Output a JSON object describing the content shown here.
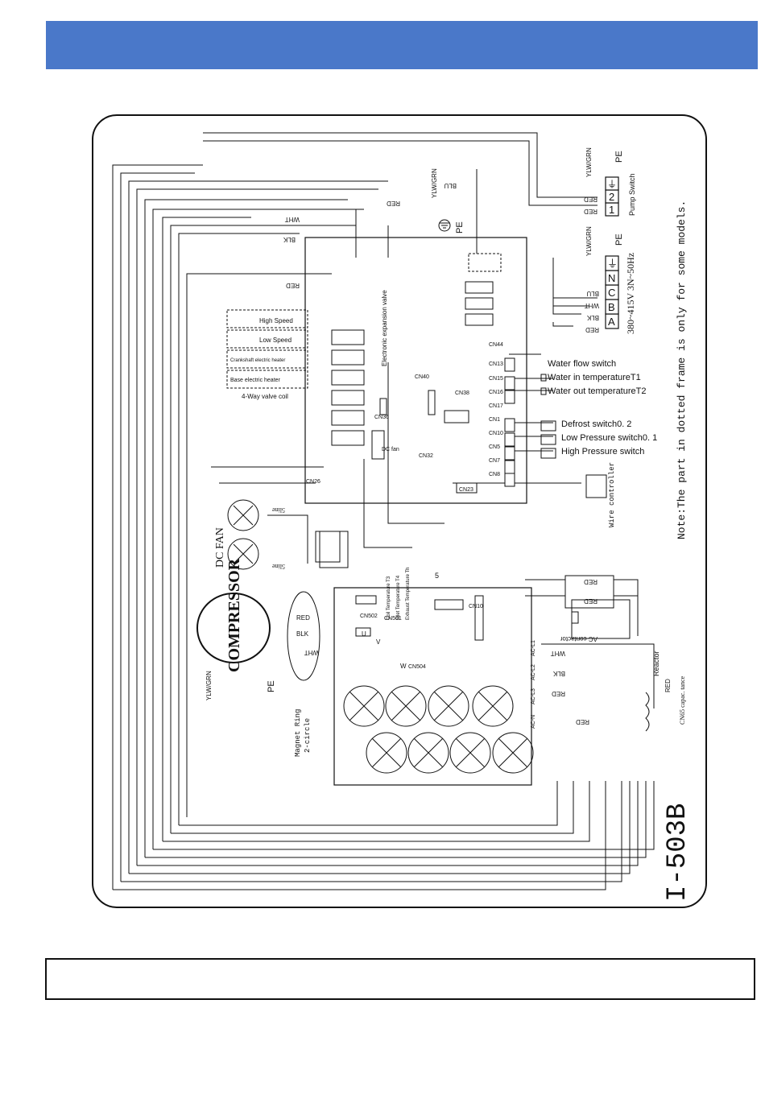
{
  "header": {
    "banner_color": "#4a78c9",
    "title": ""
  },
  "footer": {
    "text": ""
  },
  "diagram": {
    "model_label": "I-503B",
    "note": "Note:The part in dotted frame is only for some models.",
    "power": {
      "spec": "380~415V 3N~50Hz",
      "terminals": [
        "A",
        "B",
        "C",
        "N",
        "⏚"
      ],
      "ground": "PE",
      "ground_wire": "YLW/GRN"
    },
    "pump_switch": {
      "label": "Pump Switch",
      "terminals": [
        "1",
        "2",
        "⏚"
      ],
      "ground": "PE",
      "ground_wire": "YLW/GRN"
    },
    "wire_colors": {
      "red": "RED",
      "blk": "BLK",
      "wht": "WHT",
      "blu": "BLU",
      "ylwgrn": "YLW/GRN"
    },
    "sensors": [
      "Water flow switch",
      "Water in temperatureT1",
      "Water out temperatureT2",
      "Defrost switch0. 2",
      "Low Pressure switch0. 1",
      "High Pressure switch"
    ],
    "connectors": {
      "cn44": "CN44",
      "cn13": "CN13",
      "cn15": "CN15",
      "cn16": "CN16",
      "cn17": "CN17",
      "cn1": "CN1",
      "cn10": "CN10",
      "cn5": "CN5",
      "cn7": "CN7",
      "cn8": "CN8",
      "cn40": "CN40",
      "cn38": "CN38",
      "cn36": "CN36",
      "cn26": "CN26",
      "cn32": "CN32",
      "cn23": "CN23",
      "cn502": "CN502",
      "cn501": "CN501",
      "cn504": "CN504",
      "cn10b": "CN10"
    },
    "loads": [
      "High Speed",
      "Low Speed",
      "Crankshaft electric heater",
      "Base electric heater",
      "4-Way valve coil"
    ],
    "expansion_valve": "Electronic expansion valve",
    "dc_fan": "DC FAN",
    "dc_fan_label": "DC fan",
    "fan_lines": [
      "5line",
      "5line"
    ],
    "temps": [
      "Coil Temperature T3",
      "Inlet Temperature T4",
      "Exhaust Temperature Th"
    ],
    "wire_controller": "Wire controller",
    "compressor": "COMPRESSOR",
    "compressor_pe": "PE",
    "magnet_ring": [
      "Magnet Ring",
      "2-circle"
    ],
    "phases": {
      "u": "U",
      "v": "V",
      "w": "W"
    },
    "ac_contactor": "AC contactor",
    "reactor": "Reactor",
    "cn65": "CN65 capac. tance",
    "side_labels": [
      "AC-L1",
      "AC-L2",
      "AC-L3",
      "AC-N"
    ],
    "five_mark": "5"
  }
}
